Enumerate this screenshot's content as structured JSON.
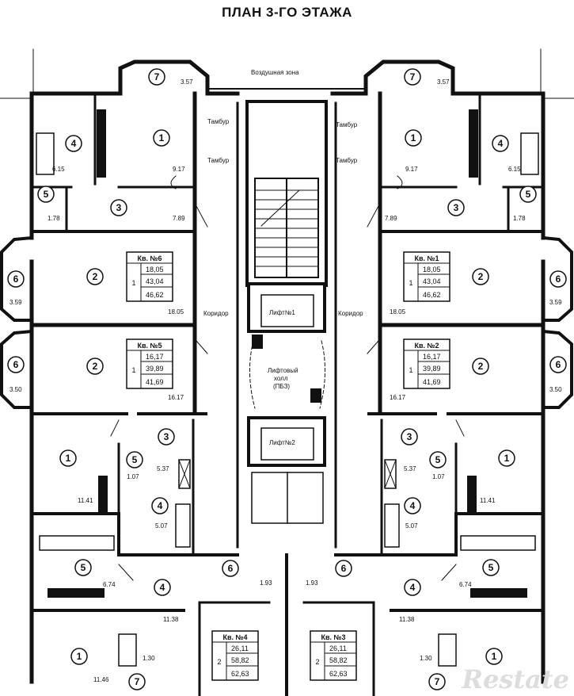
{
  "title": "ПЛАН 3-ГО ЭТАЖА",
  "labels": {
    "air_zone": "Воздушная зона",
    "tambur": "Тамбур",
    "corridor": "Коридор",
    "lift1": "Лифт№1",
    "lift2": "Лифт№2",
    "lift_hall_1": "Лифтовый",
    "lift_hall_2": "холл",
    "lift_hall_3": "(ПБЗ)"
  },
  "room_numbers": [
    "1",
    "2",
    "3",
    "4",
    "5",
    "6",
    "7"
  ],
  "areas": {
    "a_3_57": "3.57",
    "a_9_17": "9.17",
    "a_6_15": "6.15",
    "a_1_78": "1.78",
    "a_7_89": "7.89",
    "a_3_59": "3.59",
    "a_18_05": "18.05",
    "a_3_50": "3.50",
    "a_16_17": "16.17",
    "a_5_37": "5.37",
    "a_1_07": "1.07",
    "a_11_41": "11.41",
    "a_5_07": "5.07",
    "a_6_74": "6.74",
    "a_1_93": "1.93",
    "a_11_38": "11.38",
    "a_1_30": "1.30",
    "a_11_46": "11.46"
  },
  "apartments": [
    {
      "name": "Кв. №6",
      "rooms": "1",
      "living": "18,05",
      "total": "43,04",
      "total2": "46,62"
    },
    {
      "name": "Кв. №1",
      "rooms": "1",
      "living": "18,05",
      "total": "43,04",
      "total2": "46,62"
    },
    {
      "name": "Кв. №5",
      "rooms": "1",
      "living": "16,17",
      "total": "39,89",
      "total2": "41,69"
    },
    {
      "name": "Кв. №2",
      "rooms": "1",
      "living": "16,17",
      "total": "39,89",
      "total2": "41,69"
    },
    {
      "name": "Кв. №4",
      "rooms": "2",
      "living": "26,11",
      "total": "58,82",
      "total2": "62,63"
    },
    {
      "name": "Кв. №3",
      "rooms": "2",
      "living": "26,11",
      "total": "58,82",
      "total2": "62,63"
    }
  ],
  "watermark": "Restate"
}
